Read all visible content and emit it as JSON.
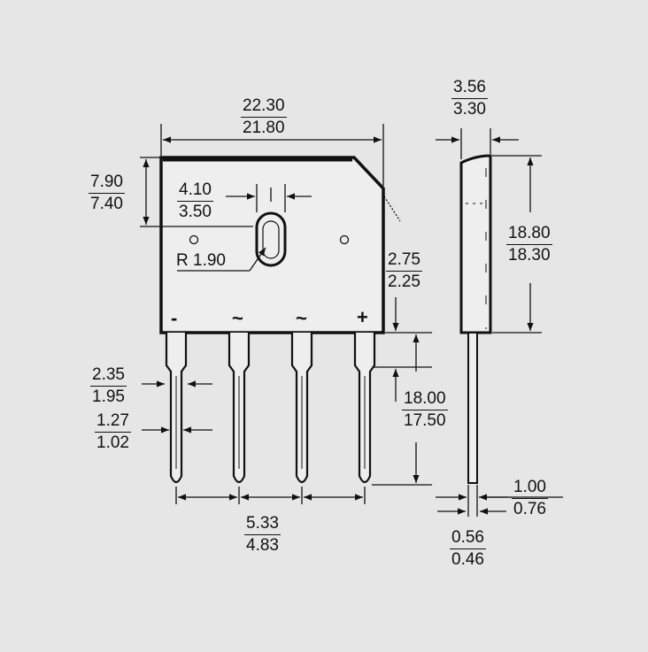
{
  "dimensions": {
    "body_width": {
      "max": "22.30",
      "min": "21.80"
    },
    "body_thickness": {
      "max": "3.56",
      "min": "3.30"
    },
    "mount_offset": {
      "max": "7.90",
      "min": "7.40"
    },
    "slot_width": {
      "max": "4.10",
      "min": "3.50"
    },
    "body_height": {
      "max": "18.80",
      "min": "18.30"
    },
    "chamfer": {
      "max": "2.75",
      "min": "2.25"
    },
    "lead_length": {
      "max": "18.00",
      "min": "17.50"
    },
    "lead_width_upper": {
      "max": "2.35",
      "min": "1.95"
    },
    "lead_width_lower": {
      "max": "1.27",
      "min": "1.02"
    },
    "lead_pitch": {
      "max": "5.33",
      "min": "4.83"
    },
    "lead_thickness_upper": {
      "max": "1.00",
      "min": "0.76"
    },
    "lead_thickness_lower": {
      "max": "0.56",
      "min": "0.46"
    }
  },
  "radius_label": "R 1.90",
  "pin_marks": [
    "-",
    "~",
    "~",
    "+"
  ],
  "colors": {
    "background": "#e6e6e6",
    "line": "#111111",
    "body_fill": "#eeeeee"
  }
}
